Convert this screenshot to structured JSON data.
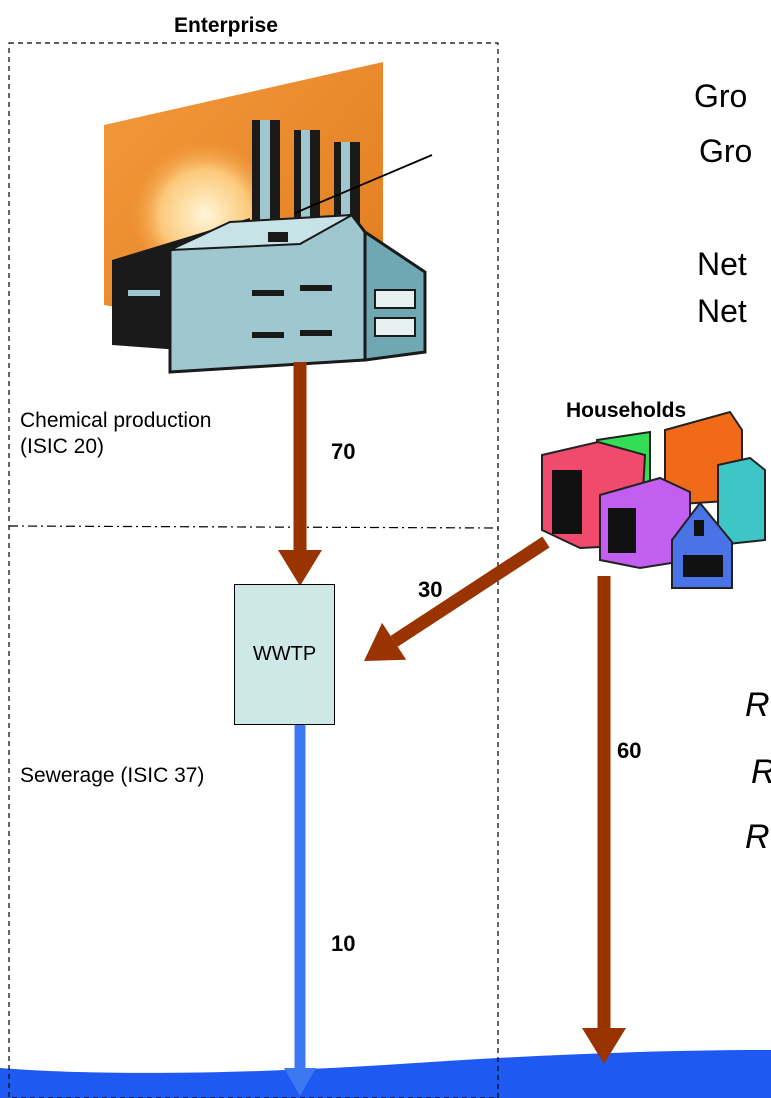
{
  "enterprise": {
    "title": "Enterprise",
    "chemical_label_line1": "Chemical production",
    "chemical_label_line2": "(ISIC 20)",
    "sewerage_label": "Sewerage (ISIC 37)"
  },
  "households": {
    "title": "Households"
  },
  "wwtp": {
    "label": "WWTP"
  },
  "flows": {
    "factory_to_wwtp": "70",
    "households_to_wwtp": "30",
    "households_to_water": "60",
    "wwtp_to_water": "10"
  },
  "right_text": {
    "line1": "Gro",
    "line2": "Gro",
    "line3": "Net",
    "line4": "Net",
    "italic1": "R",
    "italic2": "R",
    "italic3": "R"
  },
  "colors": {
    "emission_arrow": "#993300",
    "treated_arrow": "#3b78f2",
    "water_body": "#1e5af2",
    "wwtp_fill": "#cde8e6"
  }
}
